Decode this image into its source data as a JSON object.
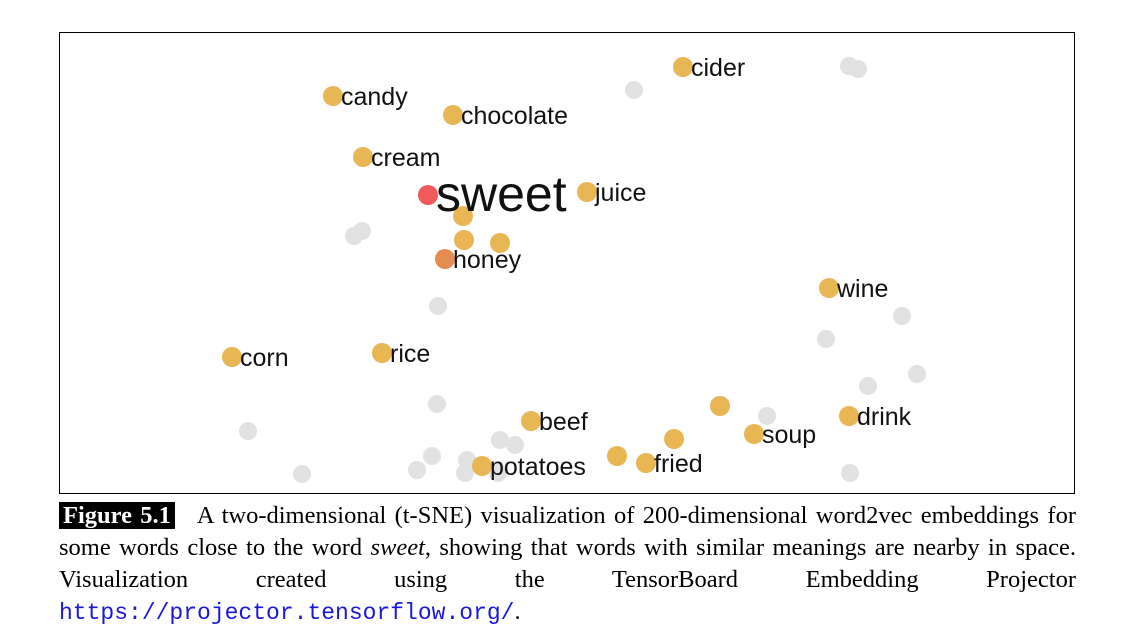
{
  "figure": {
    "label": "Figure 5.1",
    "caption_part1": "A two-dimensional (t-SNE) visualization of 200-dimensional word2vec embeddings for some words close to the word ",
    "caption_emphasis": "sweet",
    "caption_part2": ", showing that words with similar meanings are nearby in space. Visualization created using the TensorBoard Embedding Projector ",
    "url": "https://projector.tensorflow.org/",
    "caption_end": "."
  },
  "chart_data": {
    "type": "scatter",
    "title": "",
    "xlabel": "",
    "ylabel": "",
    "grid": false,
    "legend": "none",
    "xlim": [
      0,
      1016
    ],
    "ylim": [
      0,
      462
    ],
    "colors": {
      "target": "#f05a5a",
      "highlight": "#e8b653",
      "nearest": "#e58c50",
      "background": "#e2e2e2",
      "label": "#111111"
    },
    "points": [
      {
        "word": "sweet",
        "x": 368,
        "y": 162,
        "kind": "target"
      },
      {
        "word": "candy",
        "x": 273,
        "y": 63,
        "kind": "highlight"
      },
      {
        "word": "chocolate",
        "x": 393,
        "y": 82,
        "kind": "highlight"
      },
      {
        "word": "cider",
        "x": 623,
        "y": 34,
        "kind": "highlight"
      },
      {
        "word": "cream",
        "x": 303,
        "y": 124,
        "kind": "highlight"
      },
      {
        "word": "juice",
        "x": 527,
        "y": 159,
        "kind": "highlight"
      },
      {
        "word": "honey",
        "x": 385,
        "y": 226,
        "kind": "nearest"
      },
      {
        "word": "wine",
        "x": 769,
        "y": 255,
        "kind": "highlight"
      },
      {
        "word": "corn",
        "x": 172,
        "y": 324,
        "kind": "highlight"
      },
      {
        "word": "rice",
        "x": 322,
        "y": 320,
        "kind": "highlight"
      },
      {
        "word": "beef",
        "x": 471,
        "y": 388,
        "kind": "highlight"
      },
      {
        "word": "drink",
        "x": 789,
        "y": 383,
        "kind": "highlight"
      },
      {
        "word": "soup",
        "x": 694,
        "y": 401,
        "kind": "highlight"
      },
      {
        "word": "potatoes",
        "x": 422,
        "y": 433,
        "kind": "highlight"
      },
      {
        "word": "fried",
        "x": 586,
        "y": 430,
        "kind": "highlight"
      },
      {
        "word": "",
        "x": 403,
        "y": 183,
        "kind": "highlight"
      },
      {
        "word": "",
        "x": 404,
        "y": 207,
        "kind": "highlight"
      },
      {
        "word": "",
        "x": 440,
        "y": 210,
        "kind": "highlight"
      },
      {
        "word": "",
        "x": 660,
        "y": 373,
        "kind": "highlight"
      },
      {
        "word": "",
        "x": 614,
        "y": 406,
        "kind": "highlight"
      },
      {
        "word": "",
        "x": 557,
        "y": 423,
        "kind": "highlight"
      },
      {
        "word": "",
        "x": 574,
        "y": 57,
        "kind": "background"
      },
      {
        "word": "",
        "x": 789,
        "y": 33,
        "kind": "background"
      },
      {
        "word": "",
        "x": 798,
        "y": 36,
        "kind": "background"
      },
      {
        "word": "",
        "x": 294,
        "y": 203,
        "kind": "background"
      },
      {
        "word": "",
        "x": 302,
        "y": 198,
        "kind": "background"
      },
      {
        "word": "",
        "x": 378,
        "y": 273,
        "kind": "background"
      },
      {
        "word": "",
        "x": 842,
        "y": 283,
        "kind": "background"
      },
      {
        "word": "",
        "x": 766,
        "y": 306,
        "kind": "background"
      },
      {
        "word": "",
        "x": 808,
        "y": 353,
        "kind": "background"
      },
      {
        "word": "",
        "x": 857,
        "y": 341,
        "kind": "background"
      },
      {
        "word": "",
        "x": 377,
        "y": 371,
        "kind": "background"
      },
      {
        "word": "",
        "x": 707,
        "y": 383,
        "kind": "background"
      },
      {
        "word": "",
        "x": 188,
        "y": 398,
        "kind": "background"
      },
      {
        "word": "",
        "x": 440,
        "y": 407,
        "kind": "background"
      },
      {
        "word": "",
        "x": 455,
        "y": 412,
        "kind": "background"
      },
      {
        "word": "",
        "x": 372,
        "y": 423,
        "kind": "background"
      },
      {
        "word": "",
        "x": 407,
        "y": 427,
        "kind": "background"
      },
      {
        "word": "",
        "x": 357,
        "y": 437,
        "kind": "background"
      },
      {
        "word": "",
        "x": 405,
        "y": 440,
        "kind": "background"
      },
      {
        "word": "",
        "x": 438,
        "y": 440,
        "kind": "background"
      },
      {
        "word": "",
        "x": 242,
        "y": 441,
        "kind": "background"
      },
      {
        "word": "",
        "x": 790,
        "y": 440,
        "kind": "background"
      }
    ]
  }
}
